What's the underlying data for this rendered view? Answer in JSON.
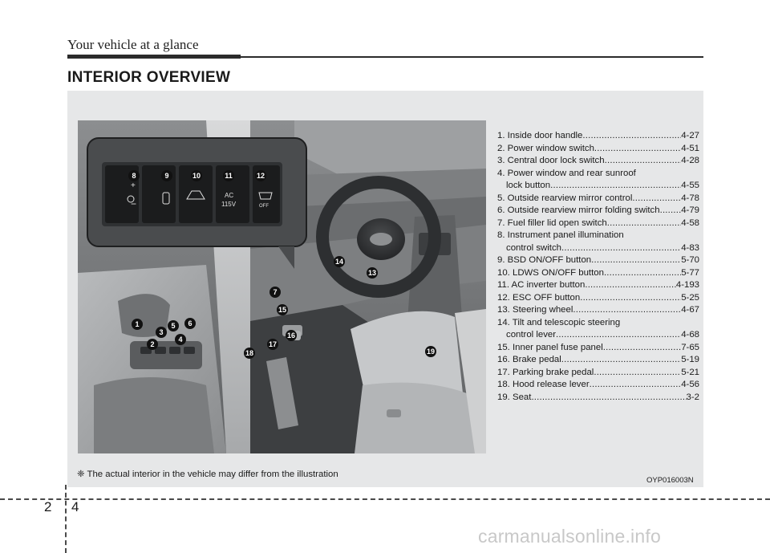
{
  "header": {
    "section_name": "Your vehicle at a glance"
  },
  "title": "INTERIOR OVERVIEW",
  "items": [
    {
      "label": "1. Inside door handle",
      "page": "4-27"
    },
    {
      "label": "2. Power window switch",
      "page": "4-51"
    },
    {
      "label": "3. Central door lock switch",
      "page": "4-28"
    },
    {
      "label": "4. Power window and rear sunroof",
      "label2": "lock button",
      "page": "4-55"
    },
    {
      "label": "5. Outside rearview mirror control",
      "page": "4-78"
    },
    {
      "label": "6. Outside rearview mirror folding switch",
      "page": "4-79"
    },
    {
      "label": "7. Fuel filler lid open switch",
      "page": "4-58"
    },
    {
      "label": "8. Instrument panel illumination",
      "label2": "control switch",
      "page": "4-83"
    },
    {
      "label": "9. BSD ON/OFF button",
      "page": "5-70"
    },
    {
      "label": "10. LDWS ON/OFF button",
      "page": "5-77"
    },
    {
      "label": "11. AC inverter button",
      "page": "4-193"
    },
    {
      "label": "12. ESC OFF button",
      "page": "5-25"
    },
    {
      "label": "13. Steering wheel",
      "page": "4-67"
    },
    {
      "label": "14. Tilt and telescopic steering",
      "label2": "control lever",
      "page": "4-68"
    },
    {
      "label": "15. Inner panel fuse panel",
      "page": "7-65"
    },
    {
      "label": "16. Brake pedal",
      "page": "5-19"
    },
    {
      "label": "17. Parking brake pedal",
      "page": "5-21"
    },
    {
      "label": "18. Hood release lever",
      "page": "4-56"
    },
    {
      "label": "19. Seat",
      "page": "3-2"
    }
  ],
  "callouts": [
    "1",
    "2",
    "3",
    "4",
    "5",
    "6",
    "7",
    "8",
    "9",
    "10",
    "11",
    "12",
    "13",
    "14",
    "15",
    "16",
    "17",
    "18",
    "19"
  ],
  "switch_labels": {
    "ac": "AC",
    "volt": "115V",
    "off": "OFF"
  },
  "note": "❈ The actual interior in the vehicle may differ from the illustration",
  "figure_code": "OYP016003N",
  "page_number": {
    "chapter": "2",
    "page": "4"
  },
  "watermark": "carmanualsonline.info"
}
